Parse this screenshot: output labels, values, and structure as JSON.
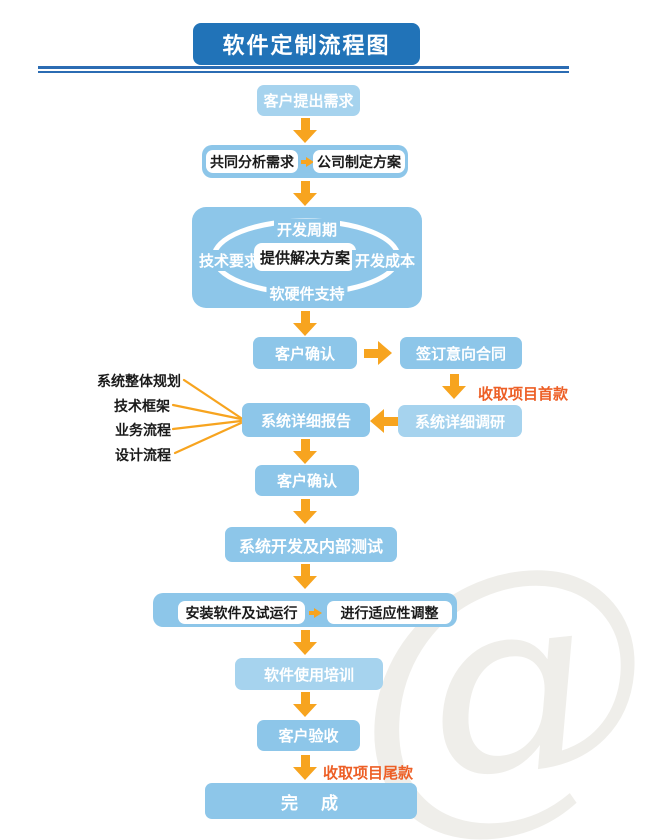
{
  "title": "软件定制流程图",
  "colors": {
    "title_bg": "#2173B8",
    "rule_blue": "#2B6CB3",
    "box_blue": "#8DC6E9",
    "box_blue_light": "#A6D3EE",
    "arrow_orange": "#F7A41F",
    "note_orange": "#ED5F26",
    "watermark": "#EFEEEA"
  },
  "flow": {
    "step_request": "客户提出需求",
    "analyze": "共同分析需求",
    "plan": "公司制定方案",
    "solution_center": "提供解决方案",
    "solution_top": "开发周期",
    "solution_left": "技术要求",
    "solution_right": "开发成本",
    "solution_bottom": "软硬件支持",
    "confirm1": "客户确认",
    "contract": "签订意向合同",
    "first_payment": "收取项目首款",
    "research": "系统详细调研",
    "report": "系统详细报告",
    "report_inputs": [
      "系统整体规划",
      "技术框架",
      "业务流程",
      "设计流程"
    ],
    "confirm2": "客户确认",
    "develop": "系统开发及内部测试",
    "install": "安装软件及试运行",
    "adjust": "进行适应性调整",
    "training": "软件使用培训",
    "acceptance": "客户验收",
    "final_payment": "收取项目尾款",
    "done": "完　成"
  },
  "watermark_glyph": "@"
}
